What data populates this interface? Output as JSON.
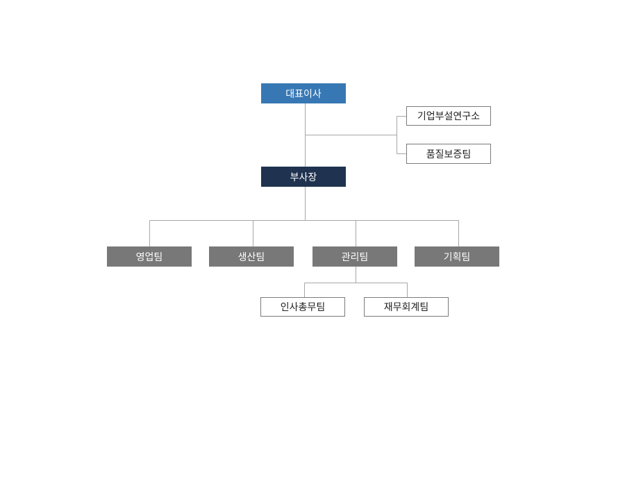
{
  "org_chart": {
    "ceo": "대표이사",
    "vice_president": "부사장",
    "staff_units": [
      "기업부설연구소",
      "품질보증팀"
    ],
    "teams": [
      "영업팀",
      "생산팀",
      "관리팀",
      "기획팀"
    ],
    "admin_subteams": [
      "인사총무팀",
      "재무회계팀"
    ]
  },
  "colors": {
    "ceo_fill": "#3778b4",
    "vp_fill": "#1f3350",
    "team_fill": "#787878",
    "outline_border": "#7a7a7a",
    "connector": "#a6a6a6"
  }
}
